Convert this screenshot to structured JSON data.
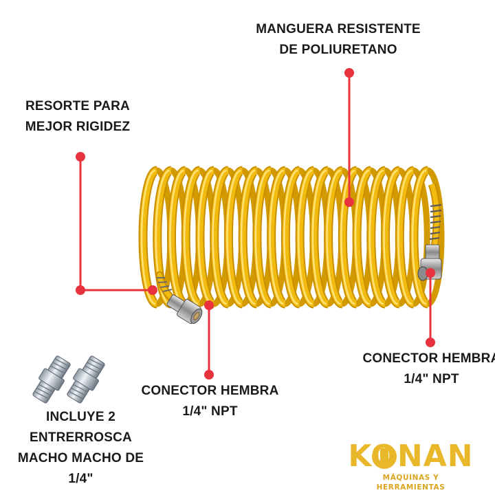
{
  "labels": {
    "hose": [
      "MANGUERA RESISTENTE",
      "DE POLIURETANO"
    ],
    "spring": [
      "RESORTE PARA",
      "MEJOR RIGIDEZ"
    ],
    "connector_left": [
      "CONECTOR HEMBRA",
      "1/4\" NPT"
    ],
    "connector_right": [
      "CONECTOR HEMBRA",
      "1/4\" NPT"
    ],
    "includes": [
      "INCLUYE 2",
      "ENTRERROSCA",
      "MACHO MACHO DE",
      "1/4\""
    ]
  },
  "brand": {
    "name": "KONAN",
    "tagline": "MÁQUINAS Y HERRAMIENTAS"
  },
  "colors": {
    "hose": "#f2bb0f",
    "hose_shadow": "#c98e00",
    "marker": "#e8323d",
    "brand": "#e8b72a",
    "text": "#1a1a1a"
  }
}
